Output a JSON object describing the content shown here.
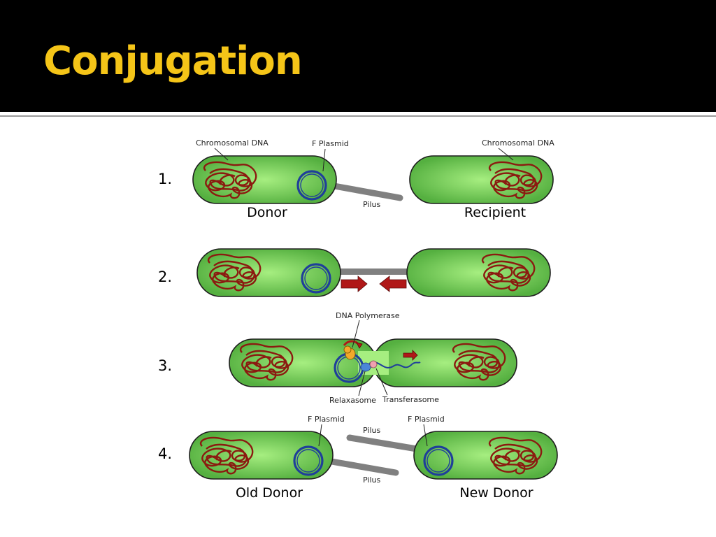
{
  "slide": {
    "title": "Conjugation",
    "title_color": "#f5c518",
    "header_color": "#000000"
  },
  "colors": {
    "cell_fill": "#55b040",
    "cell_highlight": "#a6ee80",
    "cell_stroke": "#1d1d1d",
    "chromosome": "#8b1a10",
    "plasmid": "#1f3f9a",
    "pilus": "#808080",
    "arrow": "#b01818",
    "polymerase": "#f2a92b",
    "relaxasome": "#4a86d8",
    "transferasome": "#f0a0b0"
  },
  "steps": [
    {
      "number": "1.",
      "left_cell_label": "Donor",
      "right_cell_label": "Recipient",
      "callouts": [
        "Chromosomal DNA",
        "F Plasmid",
        "Chromosomal DNA",
        "Pilus"
      ]
    },
    {
      "number": "2.",
      "direction_arrows": [
        "right-arrow",
        "left-arrow"
      ]
    },
    {
      "number": "3.",
      "callouts": [
        "DNA Polymerase",
        "Relaxasome",
        "Transferasome"
      ]
    },
    {
      "number": "4.",
      "left_cell_label": "Old Donor",
      "right_cell_label": "New Donor",
      "callouts": [
        "F Plasmid",
        "F Plasmid",
        "Pilus",
        "Pilus"
      ]
    }
  ]
}
